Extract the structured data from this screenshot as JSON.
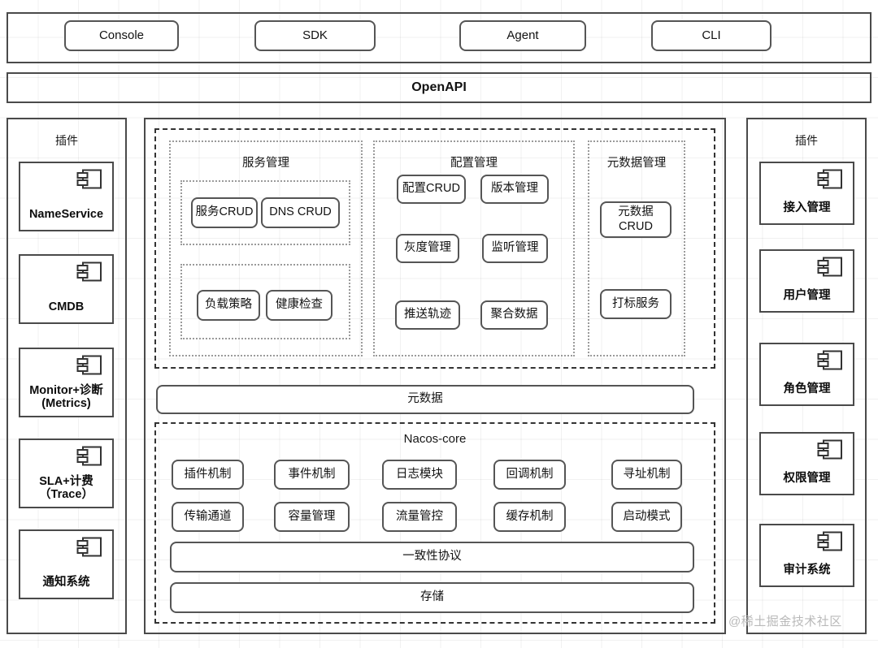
{
  "access_layer": {
    "items": [
      {
        "label": "Console",
        "name": "console"
      },
      {
        "label": "SDK",
        "name": "sdk"
      },
      {
        "label": "Agent",
        "name": "agent"
      },
      {
        "label": "CLI",
        "name": "cli"
      }
    ]
  },
  "openapi": {
    "label": "OpenAPI"
  },
  "left_plugins": {
    "title": "插件",
    "items": [
      {
        "label": "NameService",
        "lines": [
          "NameService"
        ]
      },
      {
        "label": "CMDB",
        "lines": [
          "CMDB"
        ]
      },
      {
        "label": "Monitor+诊断（Metrics）",
        "lines": [
          "Monitor+诊断",
          "(Metrics)"
        ]
      },
      {
        "label": "SLA+计费（Trace）",
        "lines": [
          "SLA+计费",
          "（Trace）"
        ]
      },
      {
        "label": "通知系统",
        "lines": [
          "通知系统"
        ]
      }
    ]
  },
  "right_plugins": {
    "title": "插件",
    "items": [
      {
        "label": "接入管理",
        "lines": [
          "接入管理"
        ]
      },
      {
        "label": "用户管理",
        "lines": [
          "用户管理"
        ]
      },
      {
        "label": "角色管理",
        "lines": [
          "角色管理"
        ]
      },
      {
        "label": "权限管理",
        "lines": [
          "权限管理"
        ]
      },
      {
        "label": "审计系统",
        "lines": [
          "审计系统"
        ]
      }
    ]
  },
  "service_mgmt": {
    "title": "服务管理",
    "group_one": [
      "服务CRUD",
      "DNS CRUD"
    ],
    "group_two": [
      "负载策略",
      "健康检查"
    ]
  },
  "config_mgmt": {
    "title": "配置管理",
    "items": [
      "配置CRUD",
      "版本管理",
      "灰度管理",
      "监听管理",
      "推送轨迹",
      "聚合数据"
    ]
  },
  "metadata_mgmt": {
    "title": "元数据管理",
    "items": [
      {
        "lines": [
          "元数据",
          "CRUD"
        ]
      },
      {
        "lines": [
          "打标服务"
        ]
      }
    ]
  },
  "metadata_bar": {
    "label": "元数据"
  },
  "nacos_core": {
    "title": "Nacos-core",
    "row_one": [
      "插件机制",
      "事件机制",
      "日志模块",
      "回调机制",
      "寻址机制"
    ],
    "row_two": [
      "传输通道",
      "容量管理",
      "流量管控",
      "缓存机制",
      "启动模式"
    ],
    "bars": [
      "一致性协议",
      "存储"
    ]
  },
  "watermark": {
    "label": "@稀土掘金技术社区"
  },
  "colors": {
    "stroke": "#4a4a4a",
    "text": "#111111",
    "grid": "#f0f0f0",
    "watermark": "#b9b9b9"
  }
}
